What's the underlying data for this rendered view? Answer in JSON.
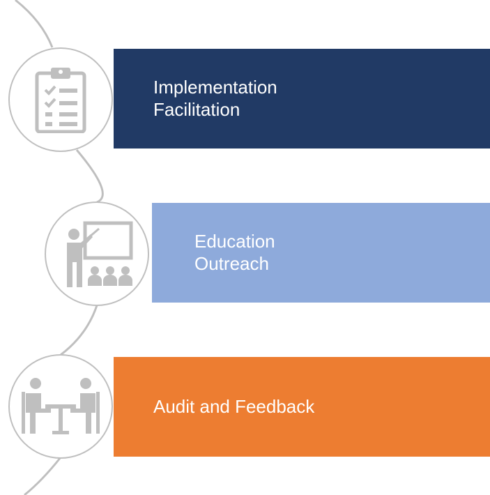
{
  "colors": {
    "step1": "#213a65",
    "step2": "#8eaadb",
    "step3": "#ed7d31",
    "icon": "#bfbfbf",
    "arc": "#bfbfbf"
  },
  "steps": [
    {
      "label": "Implementation\nFacilitation",
      "icon": "clipboard-checklist-icon"
    },
    {
      "label": "Education\nOutreach",
      "icon": "presenter-audience-icon"
    },
    {
      "label": "Audit and Feedback",
      "icon": "meeting-table-icon"
    }
  ]
}
